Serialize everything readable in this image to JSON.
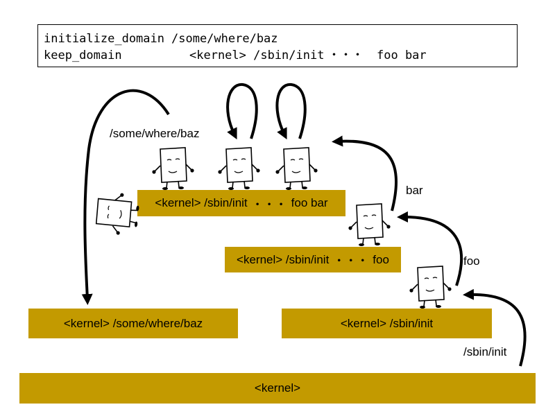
{
  "policy": {
    "line1": {
      "keyword": "initialize_domain",
      "path": "/some/where/baz"
    },
    "line2": {
      "keyword": "keep_domain",
      "domain": "<kernel> /sbin/init",
      "ellipsis": "・・・",
      "tail": "foo bar"
    }
  },
  "bars": {
    "kernel": "<kernel>",
    "baz": "<kernel> /some/where/baz",
    "init": "<kernel> /sbin/init",
    "foo_prefix": "<kernel> /sbin/init",
    "foo_dots": "・・・",
    "foo_tail": "foo",
    "foobar_prefix": "<kernel> /sbin/init",
    "foobar_dots": "・・・",
    "foobar_tail": "foo bar"
  },
  "labels": {
    "baz": "/some/where/baz",
    "bar": "bar",
    "foo": "foo",
    "init": "/sbin/init"
  },
  "colors": {
    "bar_fill": "#c39a00",
    "ink": "#000000"
  }
}
